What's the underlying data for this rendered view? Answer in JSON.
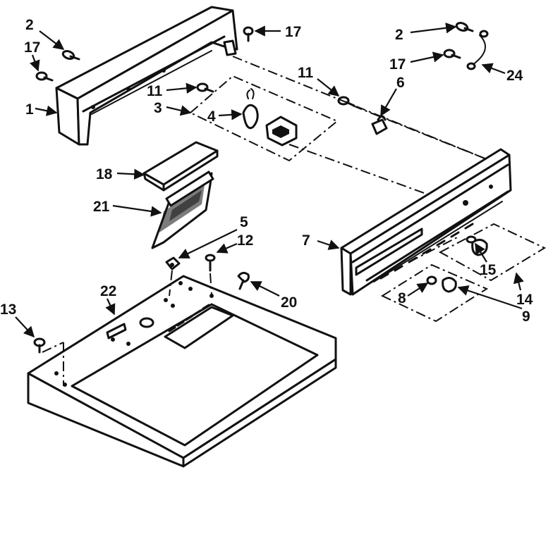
{
  "diagram": {
    "callouts": [
      {
        "id": "c2a",
        "text": "2"
      },
      {
        "id": "c17a",
        "text": "17"
      },
      {
        "id": "c1",
        "text": "1"
      },
      {
        "id": "c17b",
        "text": "17"
      },
      {
        "id": "c11a",
        "text": "11"
      },
      {
        "id": "c3",
        "text": "3"
      },
      {
        "id": "c4",
        "text": "4"
      },
      {
        "id": "c11b",
        "text": "11"
      },
      {
        "id": "c6",
        "text": "6"
      },
      {
        "id": "c2b",
        "text": "2"
      },
      {
        "id": "c17c",
        "text": "17"
      },
      {
        "id": "c24",
        "text": "24"
      },
      {
        "id": "c18",
        "text": "18"
      },
      {
        "id": "c21",
        "text": "21"
      },
      {
        "id": "c5",
        "text": "5"
      },
      {
        "id": "c12",
        "text": "12"
      },
      {
        "id": "c7",
        "text": "7"
      },
      {
        "id": "c15",
        "text": "15"
      },
      {
        "id": "c14",
        "text": "14"
      },
      {
        "id": "c8",
        "text": "8"
      },
      {
        "id": "c9",
        "text": "9"
      },
      {
        "id": "c22",
        "text": "22"
      },
      {
        "id": "c20",
        "text": "20"
      },
      {
        "id": "c13",
        "text": "13"
      }
    ]
  }
}
